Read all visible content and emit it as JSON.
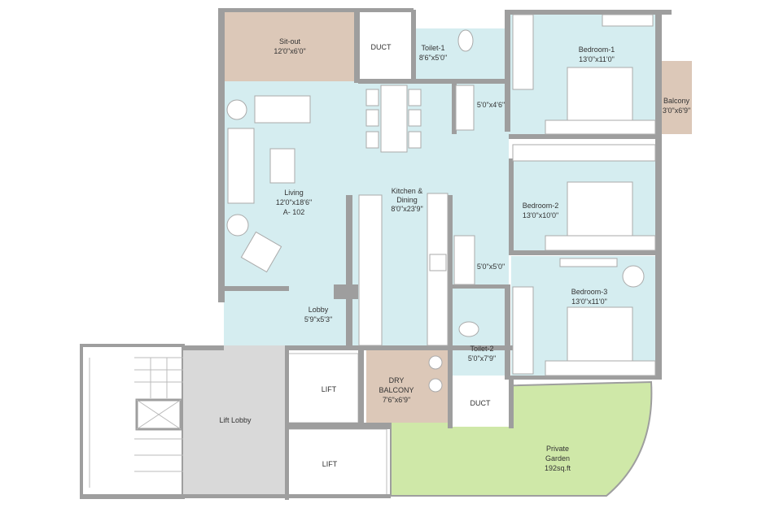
{
  "colors": {
    "room": "#d5edf0",
    "sitout": "#dcc8b8",
    "garden": "#cfe8a8",
    "wall": "#9e9e9e",
    "lift_lobby": "#d9d9d9"
  },
  "rooms": {
    "sitout": {
      "name": "Sit-out",
      "size": "12'0\"x6'0\""
    },
    "duct1": {
      "name": "DUCT"
    },
    "toilet1": {
      "name": "Toilet-1",
      "size": "8'6\"x5'0\""
    },
    "bedroom1": {
      "name": "Bedroom-1",
      "size": "13'0\"x11'0\""
    },
    "balcony": {
      "name": "Balcony",
      "size": "3'0\"x6'9\""
    },
    "passage1": {
      "size": "5'0\"x4'6\""
    },
    "living": {
      "name": "Living",
      "size": "12'0\"x18'6\"",
      "unit": "A- 102"
    },
    "kitchen": {
      "name": "Kitchen &",
      "name2": "Dining",
      "size": "8'0\"x23'9\""
    },
    "bedroom2": {
      "name": "Bedroom-2",
      "size": "13'0\"x10'0\""
    },
    "passage2": {
      "size": "5'0\"x5'0\""
    },
    "bedroom3": {
      "name": "Bedroom-3",
      "size": "13'0\"x11'0\""
    },
    "lobby": {
      "name": "Lobby",
      "size": "5'9\"x5'3\""
    },
    "toilet2": {
      "name": "Toilet-2",
      "size": "5'0\"x7'9\""
    },
    "dry_balcony": {
      "name": "DRY",
      "name2": "BALCONY",
      "size": "7'6\"x6'9\""
    },
    "duct2": {
      "name": "DUCT"
    },
    "lift1": {
      "name": "LIFT"
    },
    "lift2": {
      "name": "LIFT"
    },
    "lift_lobby": {
      "name": "Lift Lobby"
    },
    "garden": {
      "name": "Private",
      "name2": "Garden",
      "size": "192sq.ft"
    }
  }
}
